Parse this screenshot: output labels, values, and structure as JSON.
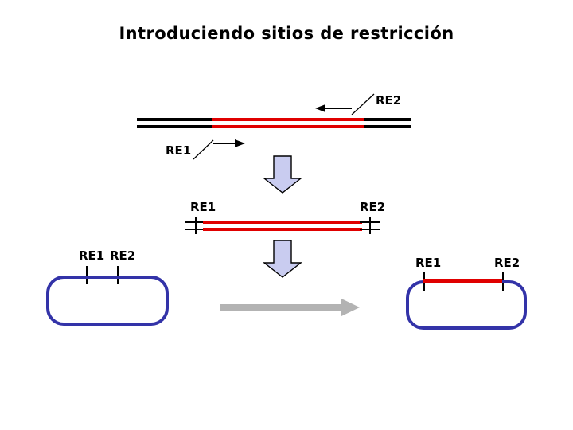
{
  "slide": {
    "title": "Introduciendo sitios de restricción",
    "background_color": "#FFFFFF"
  },
  "colors": {
    "dna_black": "#000000",
    "insert_red": "#E00000",
    "vector_blue": "#3333A8",
    "step_arrow_fill": "#C9CCF0",
    "step_arrow_outline": "#000000",
    "ligation_arrow": "#B3B3B3",
    "text": "#000000"
  },
  "top_construct": {
    "name": "pcr-product-with-added-sites",
    "left_label": "RE1",
    "right_label": "RE2",
    "left_arrow_direction": "right",
    "right_arrow_direction": "left",
    "strand_style": "double-line",
    "insert_color": "#E00000",
    "flank_color": "#000000"
  },
  "middle_construct": {
    "name": "digested-insert",
    "left_label": "RE1",
    "right_label": "RE2",
    "strand_color": "#E00000",
    "end_marker": "cut-site-tick"
  },
  "vector_box": {
    "name": "empty-vector",
    "left_label": "RE1",
    "right_label": "RE2",
    "outline_color": "#3333A8",
    "has_insert": false
  },
  "product_box": {
    "name": "recombinant-vector",
    "left_label": "RE1",
    "right_label": "RE2",
    "outline_color": "#3333A8",
    "has_insert": true,
    "insert_color": "#E00000"
  },
  "arrows": {
    "step1": {
      "name": "digestion-step-arrow",
      "direction": "down"
    },
    "step2": {
      "name": "digestion-step-arrow-2",
      "direction": "down"
    },
    "ligation": {
      "name": "ligation-arrow",
      "direction": "right"
    }
  }
}
